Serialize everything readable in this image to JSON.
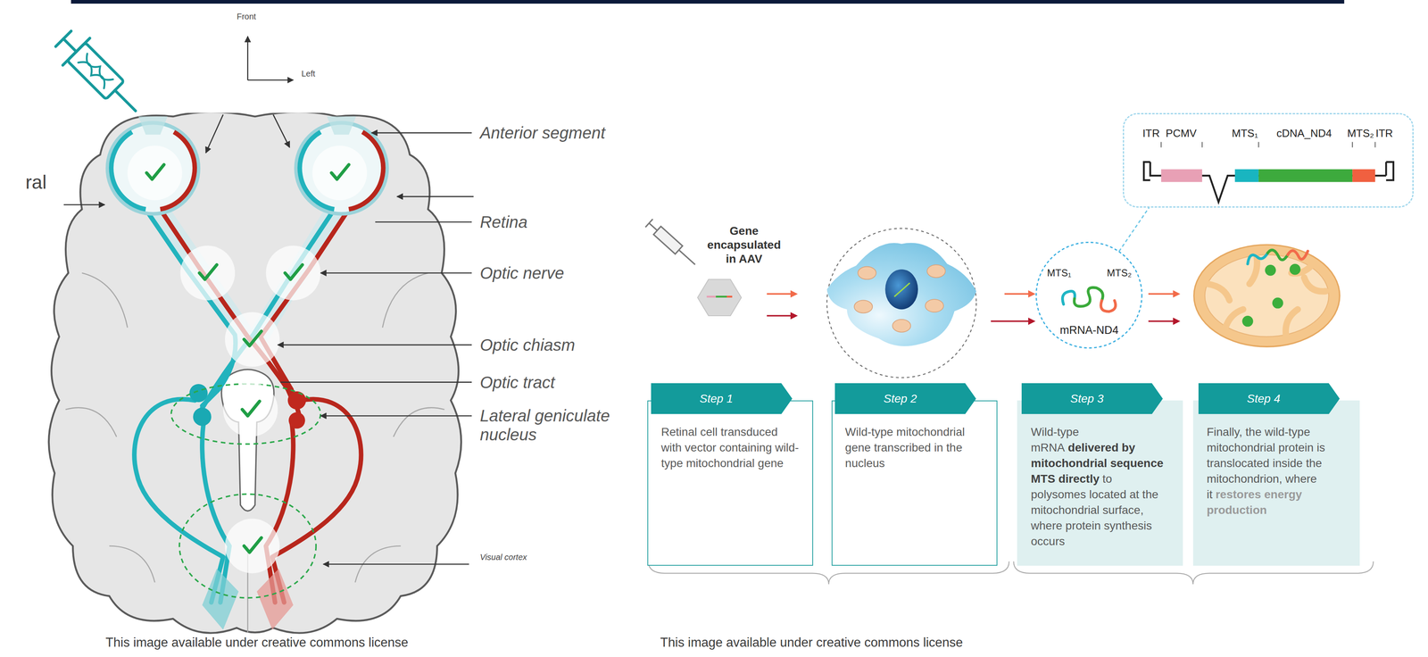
{
  "diagram": {
    "nodes": [
      {
        "text": [
          "ITR",
          "PCMV",
          "MTS₁",
          "cDNA_ND4",
          "MTS₂",
          "ITR"
        ]
      },
      {
        "text": [
          "MTS₁",
          "MTS₂",
          "mRNA-ND4"
        ]
      },
      {
        "text": [
          "Step 1",
          "Retinal cell transduced with vector containing wild-type mitochondrial gene"
        ]
      },
      {
        "text": [
          "Step 2",
          "Wild-type mitochondrial gene transcribed in the nucleus"
        ]
      },
      {
        "text": [
          "Step 3",
          "Wild-type mRNA",
          "delivered by mitochondrial sequence MTS directly",
          "to polysomes located at the mitochondrial surface, where protein synthesis occurs"
        ]
      },
      {
        "text": [
          "Step 4",
          "Finally, the wild-type mitochondrial protein is translocated inside the mitochondrion, where it",
          "restores energy production"
        ]
      }
    ],
    "edges": [
      {
        "from": 1,
        "to": 0,
        "arrow": "none"
      }
    ],
    "labels": [
      "Front",
      "Left",
      "ral",
      "Anterior segment",
      "Retina",
      "Optic nerve",
      "Optic chiasm",
      "Optic tract",
      "Lateral geniculate nucleus",
      "Visual cortex",
      "Gene encapsulated in AAV",
      "This image available under creative commons license",
      "This image available under creative commons license"
    ]
  }
}
